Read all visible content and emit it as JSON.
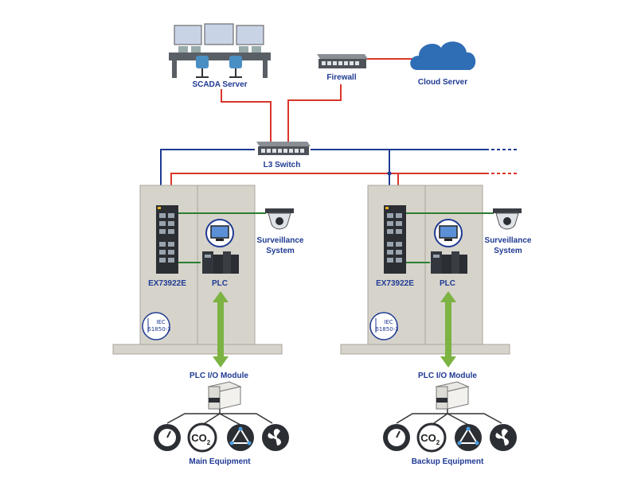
{
  "labels": {
    "scada_server": "SCADA Server",
    "firewall": "Firewall",
    "cloud_server": "Cloud Server",
    "l3_switch": "L3 Switch",
    "left": {
      "switch": "EX73922E",
      "plc": "PLC",
      "surveillance_line1": "Surveillance",
      "surveillance_line2": "System",
      "io_module": "PLC I/O Module",
      "equipment": "Main Equipment",
      "iec_line1": "IEC",
      "iec_line2": "61850-3",
      "co2": "CO",
      "co2_sub": "2"
    },
    "right": {
      "switch": "EX73922E",
      "plc": "PLC",
      "surveillance_line1": "Surveillance",
      "surveillance_line2": "System",
      "io_module": "PLC I/O Module",
      "equipment": "Backup Equipment",
      "iec_line1": "IEC",
      "iec_line2": "61850-3",
      "co2": "CO",
      "co2_sub": "2"
    }
  },
  "colors": {
    "link_red": "#d9362b",
    "link_blue": "#1f3a93",
    "link_green": "#2e7d32",
    "cabinet": "#d6d3cb",
    "cloud": "#2f6db5",
    "arrow": "#7cb342"
  }
}
